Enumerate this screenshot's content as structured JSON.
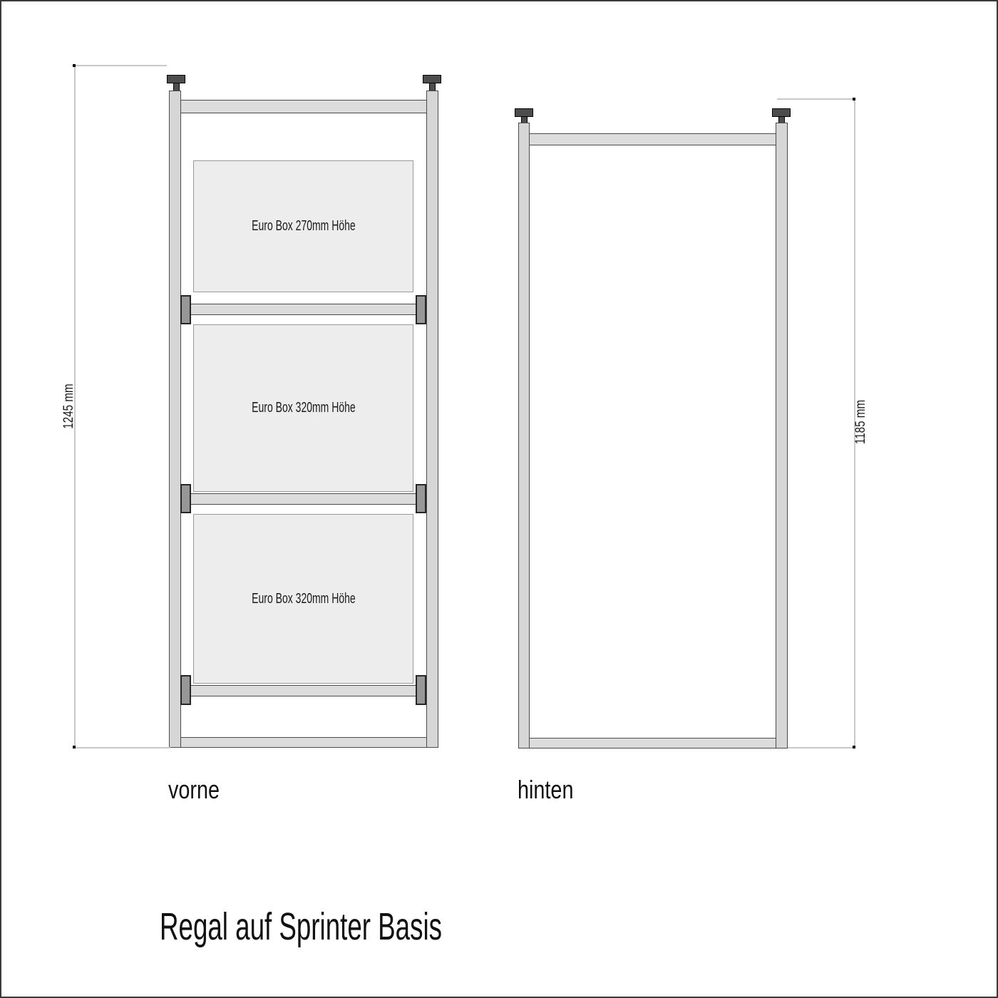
{
  "title": "Regal auf Sprinter Basis",
  "front_view": {
    "caption": "vorne",
    "height_dimension": "1245 mm",
    "boxes": [
      {
        "label": "Euro Box 270mm Höhe"
      },
      {
        "label": "Euro Box 320mm Höhe"
      },
      {
        "label": "Euro Box 320mm Höhe"
      }
    ]
  },
  "back_view": {
    "caption": "hinten",
    "height_dimension": "1185 mm"
  },
  "colors": {
    "canvas_border": "#3a3a3a",
    "frame_fill": "#d6d6d6",
    "rail_fill": "#dcdcdc",
    "frame_stroke": "#4a4a4a",
    "box_fill": "#ededed",
    "box_stroke": "#999999",
    "bracket_fill": "#979797",
    "knob_fill": "#4d4d4d",
    "dimension_line": "#c9c9c9",
    "text": "#1a1a1a"
  }
}
